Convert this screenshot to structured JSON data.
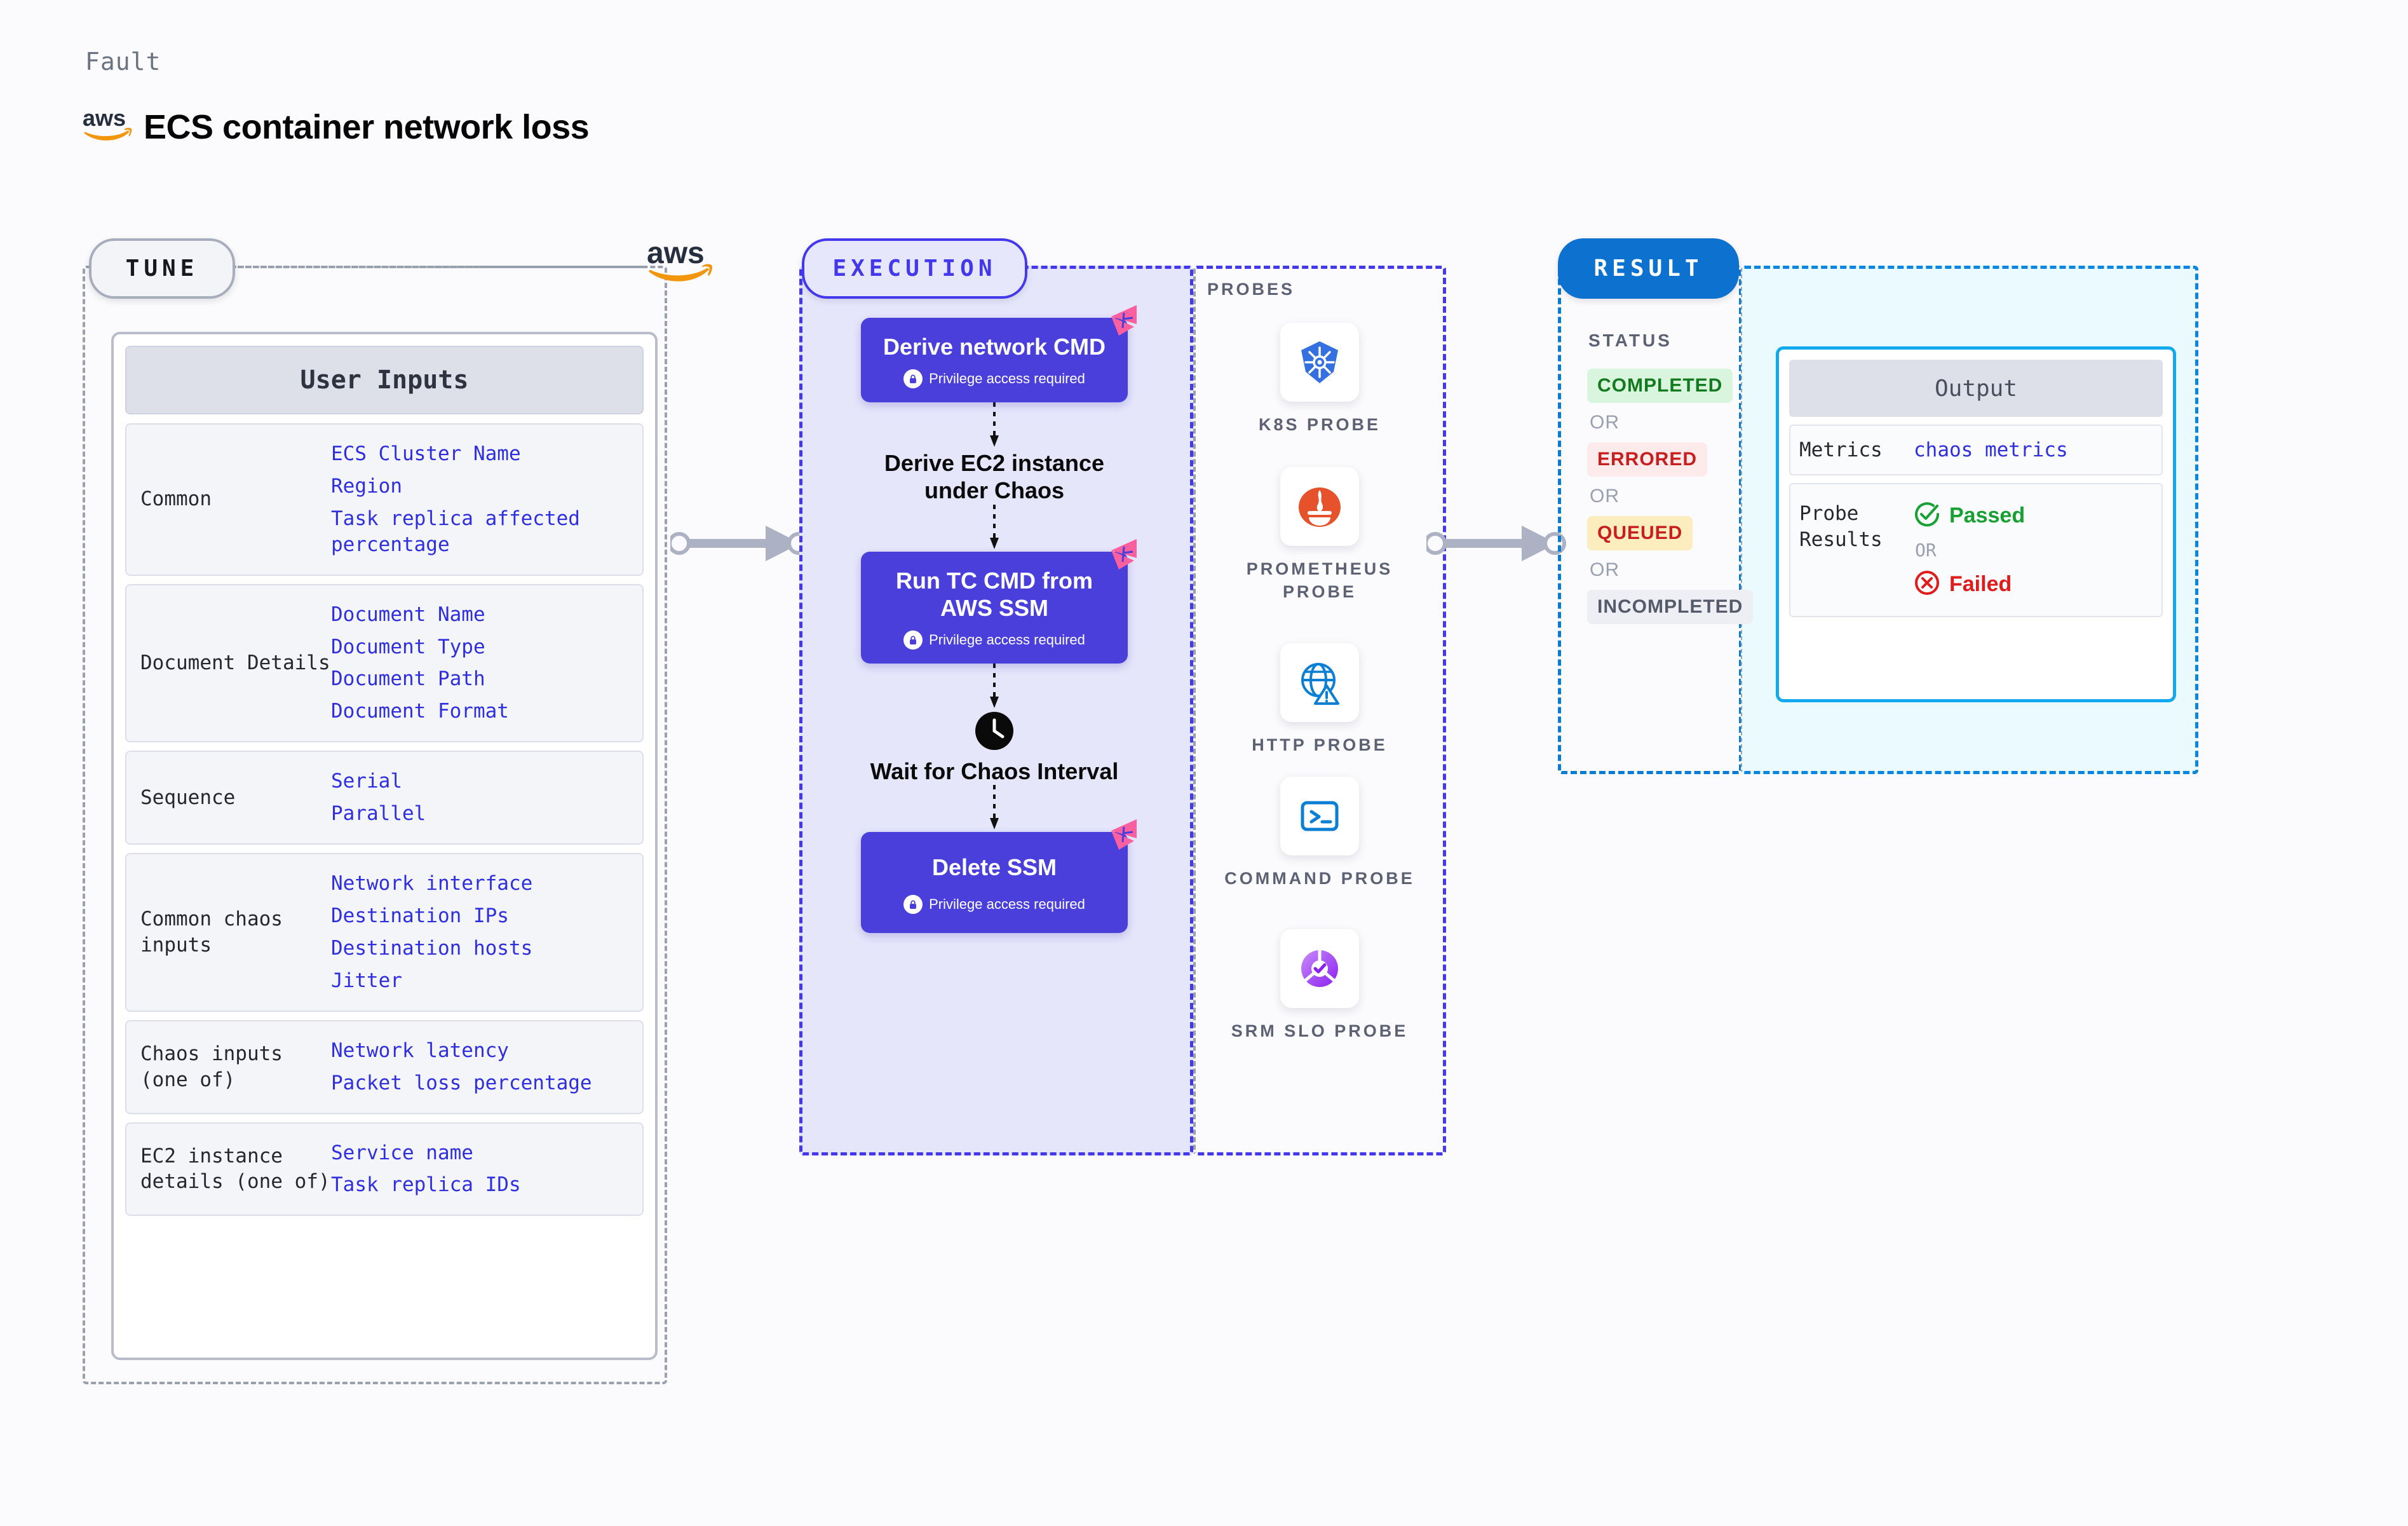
{
  "header": {
    "kicker": "Fault",
    "title": "ECS container network loss",
    "brand_icon": "aws-logo"
  },
  "colors": {
    "accent_purple": "#4338ec",
    "node_purple": "#4a3fdb",
    "result_blue": "#0d72cf",
    "output_border": "#12a9ef",
    "tune_gray": "#9aa1ae",
    "value_blue": "#2f2fe0",
    "aws_orange": "#f2960d",
    "harness_pink": "#fa5fa0"
  },
  "tune": {
    "pill_label": "TUNE",
    "brand_icon": "aws-logo",
    "card_title": "User Inputs",
    "rows": [
      {
        "label": "Common",
        "values": [
          "ECS Cluster Name",
          "Region",
          "Task replica affected percentage"
        ]
      },
      {
        "label": "Document Details",
        "values": [
          "Document Name",
          "Document Type",
          "Document Path",
          "Document Format"
        ]
      },
      {
        "label": "Sequence",
        "values": [
          "Serial",
          "Parallel"
        ]
      },
      {
        "label": "Common chaos inputs",
        "values": [
          "Network interface",
          "Destination IPs",
          "Destination hosts",
          "Jitter"
        ]
      },
      {
        "label": "Chaos inputs (one of)",
        "values": [
          "Network latency",
          "Packet loss percentage"
        ]
      },
      {
        "label": "EC2 instance details (one of)",
        "values": [
          "Service name",
          "Task replica IDs"
        ]
      }
    ]
  },
  "execution": {
    "pill_label": "EXECUTION",
    "privilege_note": "Privilege access required",
    "steps": [
      {
        "title": "Derive network CMD",
        "type": "box",
        "privileged": true,
        "badge": "harness-logo"
      },
      {
        "title": "Derive EC2 instance under Chaos",
        "type": "plain",
        "privileged": false
      },
      {
        "title": "Run TC CMD from AWS SSM",
        "type": "box",
        "privileged": true,
        "badge": "harness-logo"
      },
      {
        "title": "Wait for Chaos Interval",
        "type": "clock",
        "privileged": false,
        "icon": "clock-icon"
      },
      {
        "title": "Delete SSM",
        "type": "box",
        "privileged": true,
        "badge": "harness-logo"
      }
    ]
  },
  "probes": {
    "title": "PROBES",
    "items": [
      {
        "label": "K8S PROBE",
        "icon": "kubernetes-icon"
      },
      {
        "label": "PROMETHEUS PROBE",
        "icon": "prometheus-icon"
      },
      {
        "label": "HTTP PROBE",
        "icon": "http-globe-icon"
      },
      {
        "label": "COMMAND PROBE",
        "icon": "terminal-icon"
      },
      {
        "label": "SRM SLO PROBE",
        "icon": "srm-slo-icon"
      }
    ]
  },
  "result": {
    "pill_label": "RESULT",
    "status_title": "STATUS",
    "or_label": "OR",
    "statuses": [
      {
        "label": "COMPLETED",
        "style": "completed"
      },
      {
        "label": "ERRORED",
        "style": "errored"
      },
      {
        "label": "QUEUED",
        "style": "queued"
      },
      {
        "label": "INCOMPLETED",
        "style": "incompleted"
      }
    ],
    "output": {
      "title": "Output",
      "metrics_label": "Metrics",
      "metrics_value": "chaos metrics",
      "probe_results_label": "Probe Results",
      "passed_label": "Passed",
      "failed_label": "Failed",
      "or_label": "OR",
      "passed_icon": "check-circle-icon",
      "failed_icon": "x-circle-icon"
    }
  }
}
